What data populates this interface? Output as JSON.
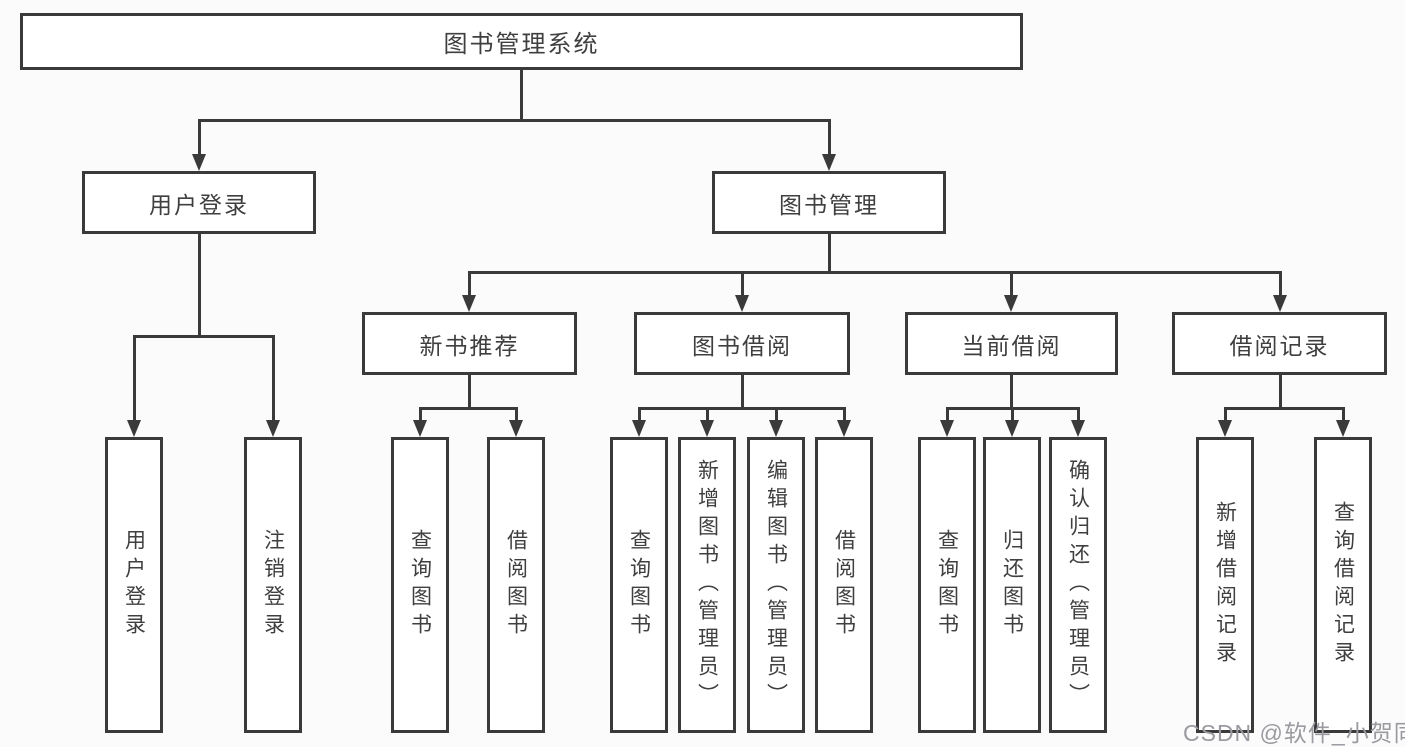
{
  "diagram": {
    "root": {
      "label": "图书管理系统"
    },
    "level2": {
      "user_login": {
        "label": "用户登录"
      },
      "book_management": {
        "label": "图书管理"
      }
    },
    "level3": {
      "new_book_recommend": {
        "label": "新书推荐"
      },
      "book_borrow": {
        "label": "图书借阅"
      },
      "current_borrow": {
        "label": "当前借阅"
      },
      "borrow_records": {
        "label": "借阅记录"
      }
    },
    "leaves": {
      "user_login": [
        "用户登录",
        "注销登录"
      ],
      "new_book_recommend": [
        "查询图书",
        "借阅图书"
      ],
      "book_borrow": [
        "查询图书",
        "新增图书（管理员）",
        "编辑图书（管理员）",
        "借阅图书"
      ],
      "current_borrow": [
        "查询图书",
        "归还图书",
        "确认归还（管理员）"
      ],
      "borrow_records": [
        "新增借阅记录",
        "查询借阅记录"
      ]
    }
  },
  "colors": {
    "line": "#3a3a3a",
    "text": "#3f3f3f",
    "watermark": "#9a9aa0"
  },
  "watermark": {
    "text": "CSDN @软件_小贺同学"
  }
}
